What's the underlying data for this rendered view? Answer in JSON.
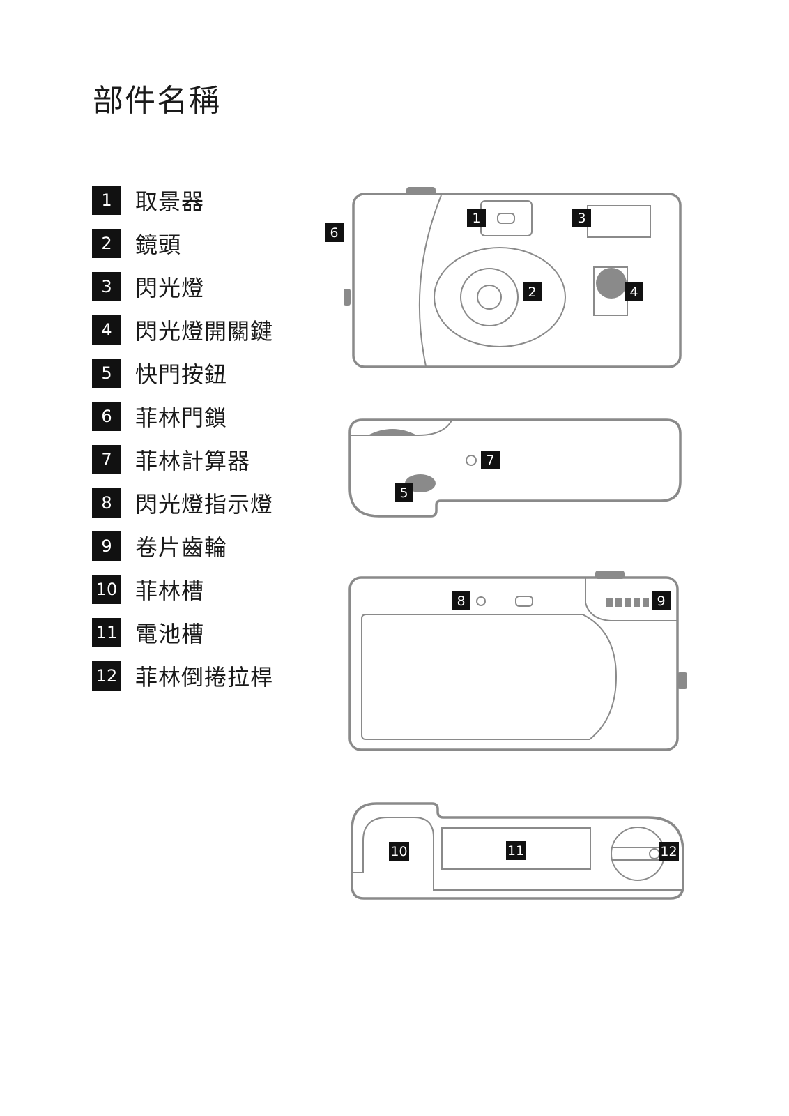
{
  "title": "部件名稱",
  "parts": [
    {
      "num": "1",
      "label": "取景器"
    },
    {
      "num": "2",
      "label": "鏡頭"
    },
    {
      "num": "3",
      "label": "閃光燈"
    },
    {
      "num": "4",
      "label": "閃光燈開關鍵"
    },
    {
      "num": "5",
      "label": "快門按鈕"
    },
    {
      "num": "6",
      "label": "菲林門鎖"
    },
    {
      "num": "7",
      "label": "菲林計算器"
    },
    {
      "num": "8",
      "label": "閃光燈指示燈"
    },
    {
      "num": "9",
      "label": "卷片齒輪"
    },
    {
      "num": "10",
      "label": "菲林槽"
    },
    {
      "num": "11",
      "label": "電池槽"
    },
    {
      "num": "12",
      "label": "菲林倒捲拉桿"
    }
  ]
}
